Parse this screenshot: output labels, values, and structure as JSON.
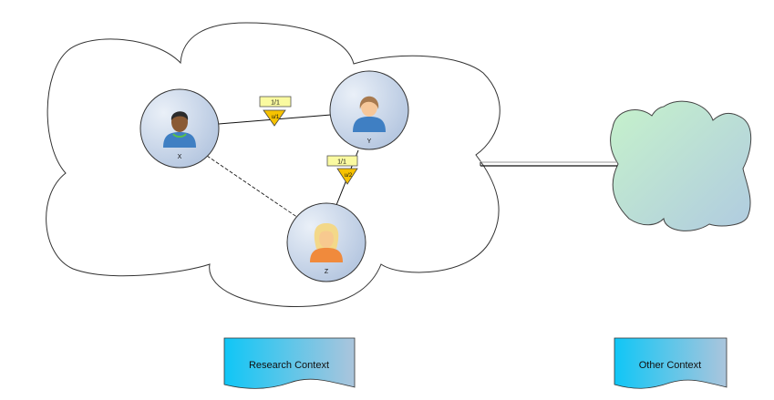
{
  "diagram": {
    "contexts": [
      {
        "id": "research",
        "label": "Research Context"
      },
      {
        "id": "other",
        "label": "Other Context"
      }
    ],
    "persons": [
      {
        "id": "x",
        "label": "X",
        "hair": "#2b2b2b",
        "skin": "#8a5a34",
        "shirt": "#3f7fc3"
      },
      {
        "id": "y",
        "label": "Y",
        "hair": "#a87a4f",
        "skin": "#f6c79a",
        "shirt": "#3f7fc3"
      },
      {
        "id": "z",
        "label": "Z",
        "hair": "#f3d889",
        "skin": "#f7c98f",
        "shirt": "#f08a3c"
      }
    ],
    "edges": [
      {
        "from": "x",
        "to": "y",
        "style": "solid",
        "badge": "1/1",
        "marker": "u/1"
      },
      {
        "from": "y",
        "to": "z",
        "style": "solid",
        "badge": "1/1",
        "marker": "u/2"
      },
      {
        "from": "x",
        "to": "z",
        "style": "dashed"
      }
    ],
    "link": {
      "from": "research",
      "to": "other",
      "style": "double"
    },
    "colors": {
      "node_fill_start": "#e6ecf6",
      "node_fill_end": "#b7c8e0",
      "badge_fill": "#fafaa0",
      "marker_fill": "#f7c200",
      "doc_start": "#14c8f5",
      "doc_end": "#a9c6dd",
      "cloud_start": "#c6f0cc",
      "cloud_end": "#b3cfe0"
    }
  }
}
